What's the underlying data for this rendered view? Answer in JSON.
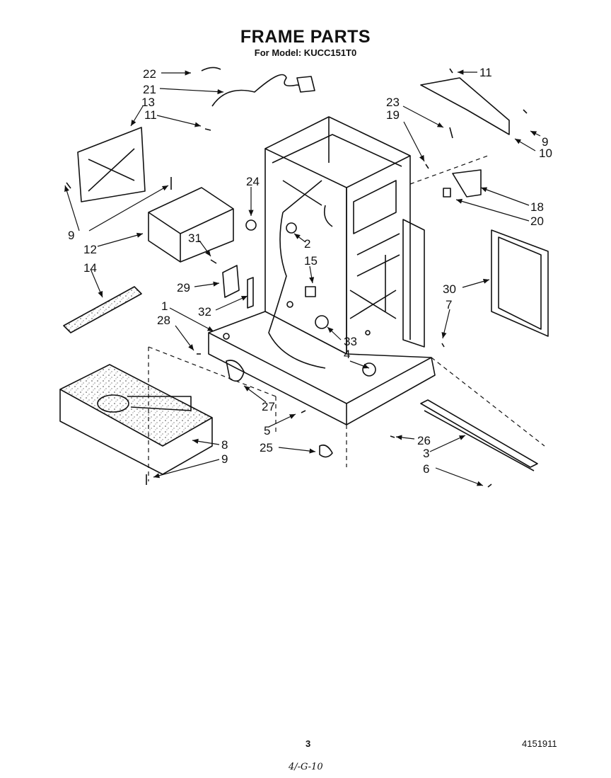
{
  "header": {
    "title": "FRAME PARTS",
    "subtitle": "For Model: KUCC151T0"
  },
  "callouts": [
    "22",
    "21",
    "13",
    "11",
    "9",
    "12",
    "14",
    "31",
    "29",
    "32",
    "1",
    "28",
    "24",
    "2",
    "15",
    "33",
    "4",
    "27",
    "5",
    "26",
    "25",
    "23",
    "19",
    "11",
    "9",
    "10",
    "18",
    "20",
    "30",
    "7",
    "3",
    "6",
    "8",
    "9"
  ],
  "footer": {
    "page_number": "3",
    "part_number": "4151911",
    "handwritten_note": "4/-G-10"
  }
}
